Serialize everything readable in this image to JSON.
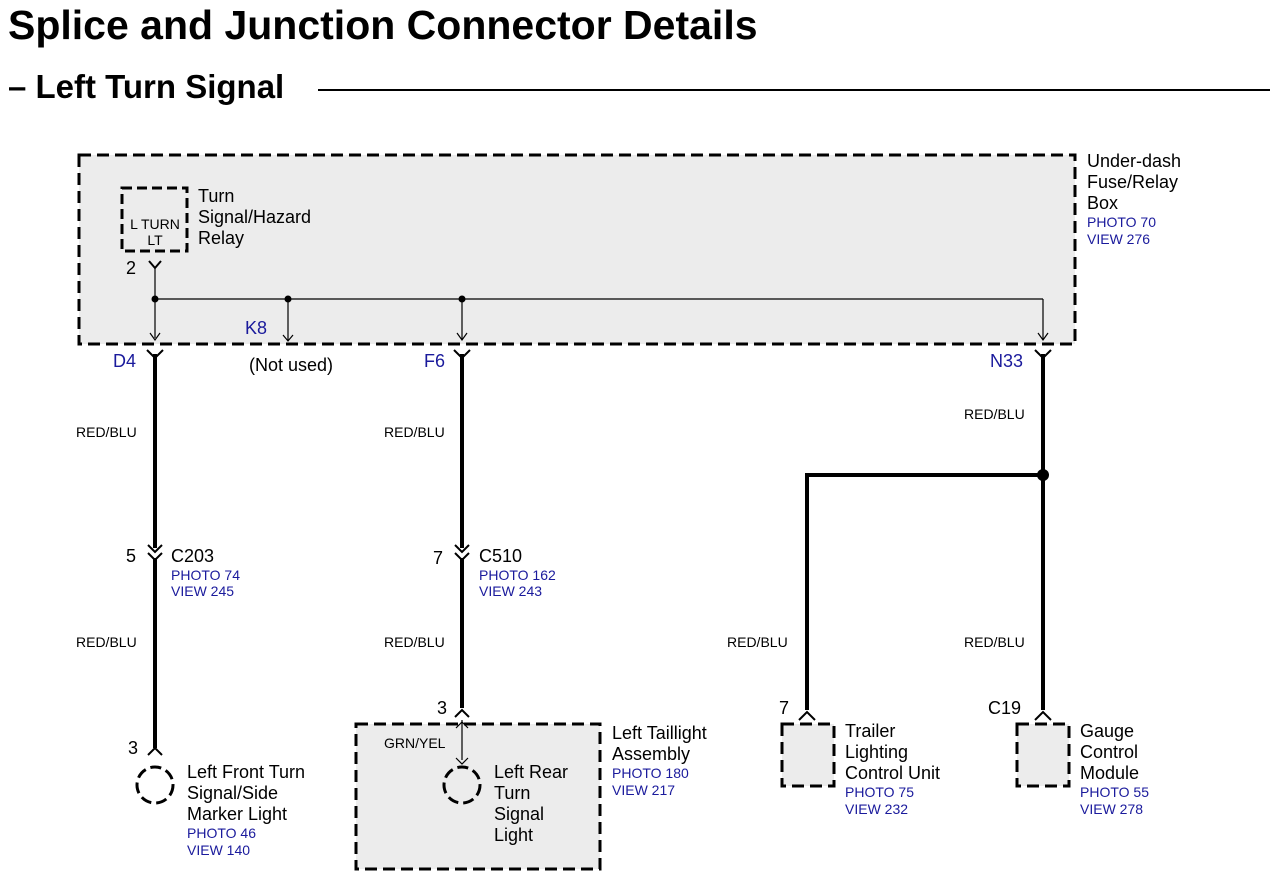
{
  "title": "Splice and Junction Connector Details",
  "section": "– Left Turn Signal",
  "fuse_box": {
    "name_lines": [
      "Under-dash",
      "Fuse/Relay",
      "Box"
    ],
    "photo": "PHOTO 70",
    "view": "VIEW 276"
  },
  "relay": {
    "label_lines": [
      "L TURN",
      "LT"
    ],
    "name_lines": [
      "Turn",
      "Signal/Hazard",
      "Relay"
    ],
    "pin": "2"
  },
  "pins": {
    "d4": "D4",
    "k8": "K8",
    "k8_note": "(Not used)",
    "f6": "F6",
    "n33": "N33"
  },
  "wire_colors": {
    "red_blu": "RED/BLU",
    "grn_yel": "GRN/YEL"
  },
  "c203": {
    "name": "C203",
    "pin": "5",
    "photo": "PHOTO 74",
    "view": "VIEW 245"
  },
  "c510": {
    "name": "C510",
    "pin": "7",
    "photo": "PHOTO 162",
    "view": "VIEW 243"
  },
  "front_light": {
    "pin": "3",
    "name_lines": [
      "Left Front Turn",
      "Signal/Side",
      "Marker Light"
    ],
    "photo": "PHOTO 46",
    "view": "VIEW 140"
  },
  "taillight_assembly": {
    "pin": "3",
    "name_lines": [
      "Left Taillight",
      "Assembly"
    ],
    "photo": "PHOTO 180",
    "view": "VIEW 217"
  },
  "rear_light": {
    "name_lines": [
      "Left Rear",
      "Turn",
      "Signal",
      "Light"
    ]
  },
  "trailer_unit": {
    "pin": "7",
    "name_lines": [
      "Trailer",
      "Lighting",
      "Control Unit"
    ],
    "photo": "PHOTO 75",
    "view": "VIEW 232"
  },
  "gauge_module": {
    "pin": "C19",
    "name_lines": [
      "Gauge",
      "Control",
      "Module"
    ],
    "photo": "PHOTO 55",
    "view": "VIEW 278"
  }
}
